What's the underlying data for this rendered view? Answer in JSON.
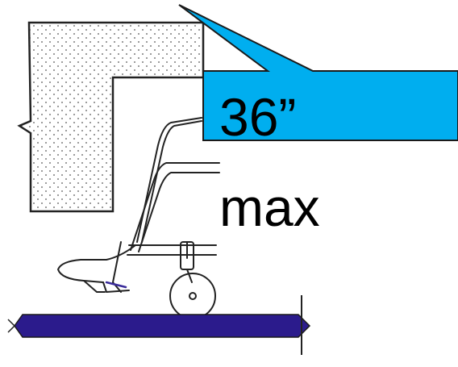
{
  "callout": {
    "value": "36”",
    "qualifier": "max",
    "fill_color": "#00AEEF",
    "border_color": "#1a1a1a"
  },
  "floor_color": "#2B1B8C",
  "counter_texture": "stippled"
}
